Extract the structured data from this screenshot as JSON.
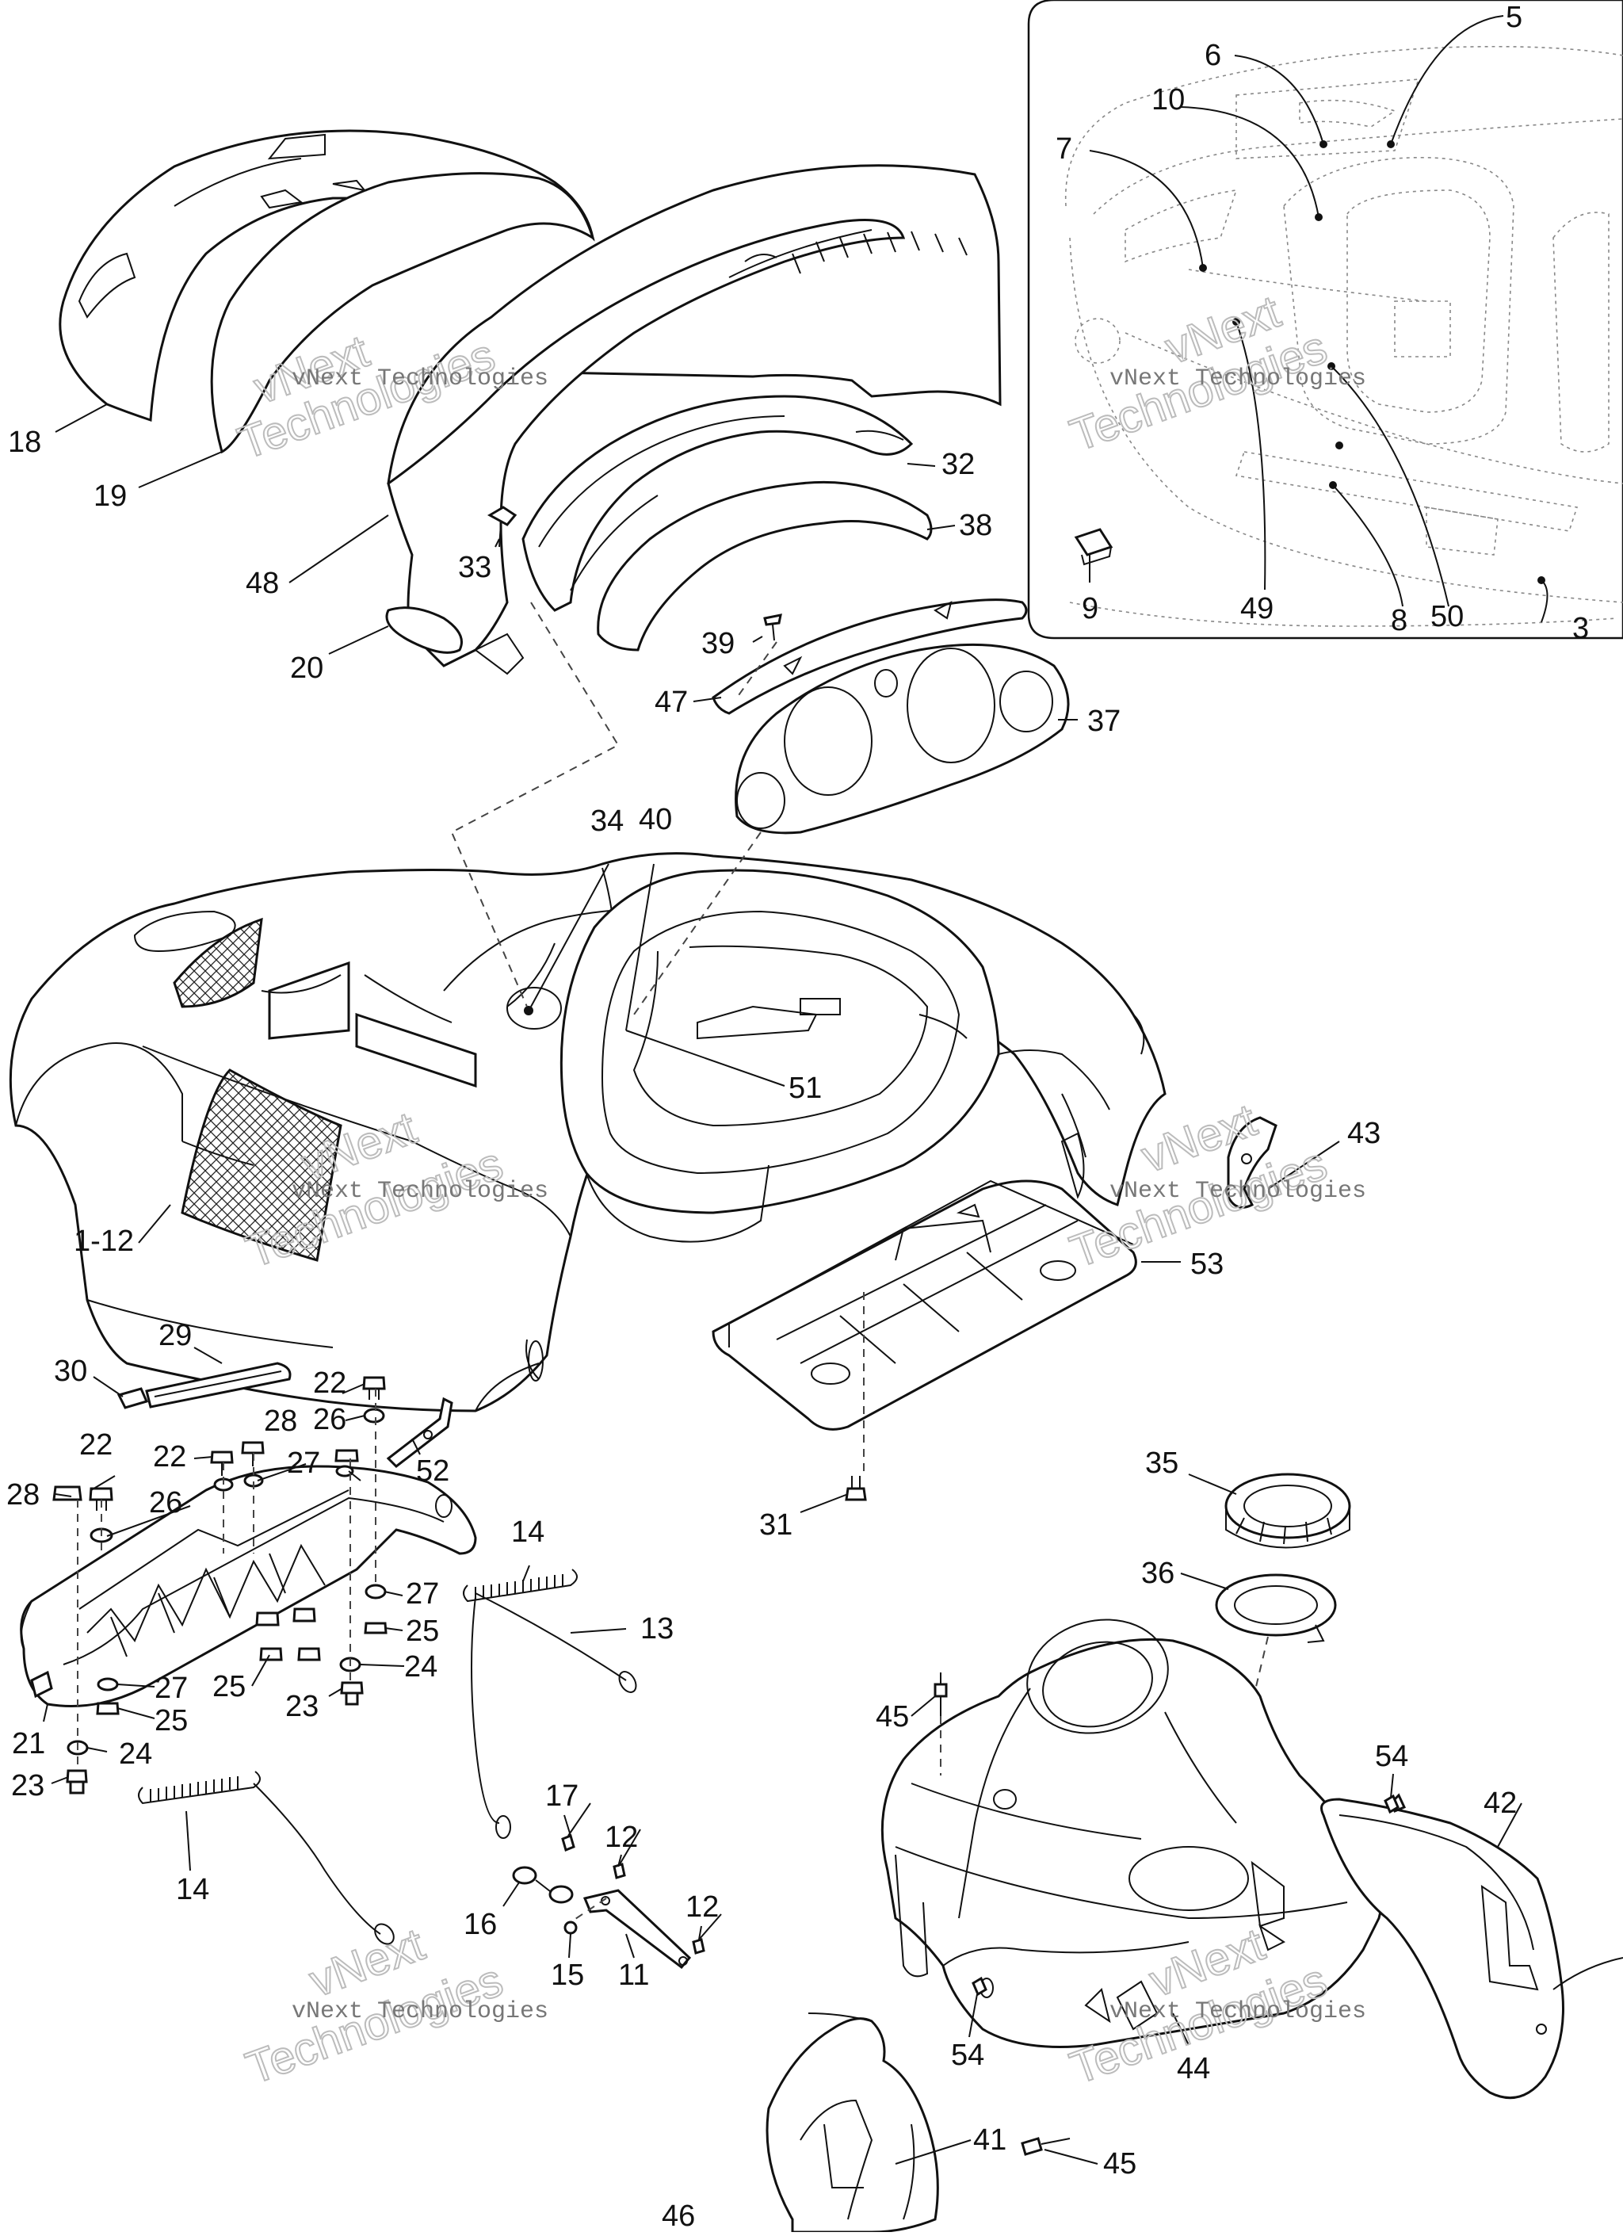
{
  "diagram": {
    "watermark": {
      "line1": "vNext Technologies",
      "ghost_word1": "vNext",
      "ghost_word2": "Technologies"
    },
    "callouts": {
      "c5": "5",
      "c6": "6",
      "c10": "10",
      "c7": "7",
      "c9": "9",
      "c49": "49",
      "c8": "8",
      "c50": "50",
      "c3": "3",
      "c18": "18",
      "c19": "19",
      "c48": "48",
      "c20": "20",
      "c33": "33",
      "c32": "32",
      "c38": "38",
      "c39": "39",
      "c47": "47",
      "c37": "37",
      "c34": "34",
      "c40": "40",
      "c51": "51",
      "c43": "43",
      "c53": "53",
      "c1_12": "1-12",
      "c29": "29",
      "c30": "30",
      "c22a": "22",
      "c26a": "26",
      "c52": "52",
      "c22b": "22",
      "c22c": "22",
      "c28a": "28",
      "c27a": "27",
      "c28b": "28",
      "c26b": "26",
      "c27b": "27",
      "c25a": "25",
      "c24a": "24",
      "c25b": "25",
      "c23a": "23",
      "c27c": "27",
      "c25c": "25",
      "c21": "21",
      "c24b": "24",
      "c23b": "23",
      "c14a": "14",
      "c13": "13",
      "c14b": "14",
      "c17": "17",
      "c12a": "12",
      "c12b": "12",
      "c16": "16",
      "c15": "15",
      "c11": "11",
      "c31": "31",
      "c35": "35",
      "c36": "36",
      "c45a": "45",
      "c54a": "54",
      "c42": "42",
      "c54b": "54",
      "c44": "44",
      "c41": "41",
      "c45b": "45",
      "c46": "46"
    }
  }
}
